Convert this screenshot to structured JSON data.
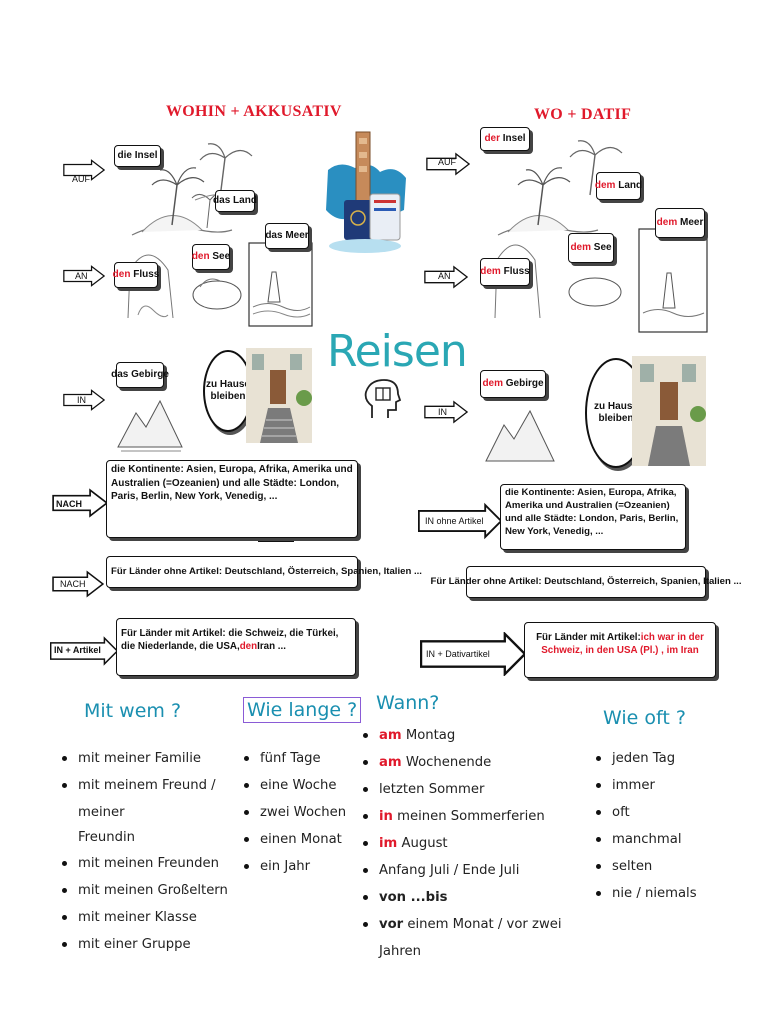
{
  "left_title": "WOHIN + AKKUSATIV",
  "right_title": "WO + DATIF",
  "center_title": "Reisen",
  "left": {
    "auf": "AUF",
    "an": "AN",
    "in": "IN",
    "nach1": "NACH",
    "nach2": "NACH",
    "in_artikel": "IN + Artikel",
    "die_insel": "die Insel",
    "das_land": "das Land",
    "das_meer": "das Meer",
    "den_see_art": "den",
    "den_see_noun": "See",
    "den_fluss_art": "den",
    "den_fluss_noun": "Fluss",
    "das_gebirge": "das Gebirge",
    "zu_hause": "zu Hause bleiben",
    "kontinente": "die Kontinente: Asien, Europa, Afrika, Amerika und Australien (=Ozeanien) und alle Städte: London, Paris, Berlin, New York, Venedig, ...",
    "ohne_artikel": "Für Länder ohne Artikel: Deutschland, Österreich, Spanien, Italien ...",
    "mit_artikel_a": "Für Länder mit Artikel: die Schweiz, die Türkei, die Niederlande, die USA,",
    "mit_artikel_den": "den",
    "mit_artikel_b": "Iran ..."
  },
  "right": {
    "auf": "AUF",
    "an": "AN",
    "in": "IN",
    "in_ohne": "IN ohne Artikel",
    "in_dativ": "IN + Dativartikel",
    "der_insel_art": "der",
    "der_insel_noun": "Insel",
    "dem_land_art": "dem",
    "dem_land_noun": "Land",
    "dem_meer_art": "dem",
    "dem_meer_noun": "Meer",
    "dem_see_art": "dem",
    "dem_see_noun": "See",
    "dem_fluss_art": "dem",
    "dem_fluss_noun": "Fluss",
    "dem_gebirge_art": "dem",
    "dem_gebirge_noun": "Gebirge",
    "zu_hause": "zu Hause bleiben",
    "kontinente": "die Kontinente: Asien, Europa, Afrika, Amerika und Australien (=Ozeanien) und alle Städte: London, Paris, Berlin, New York, Venedig, ...",
    "ohne_artikel": "Für Länder ohne Artikel: Deutschland, Österreich, Spanien, Italien ...",
    "mit_artikel_a": "Für Länder mit Artikel:",
    "mit_artikel_red": "ich war in der Schweiz, in den USA (Pl.) , im Iran"
  },
  "mit_wem": {
    "title": "Mit wem ?",
    "items": [
      "mit meiner Familie",
      "mit meinem Freund / meiner",
      "Freundin",
      "mit meinen Freunden",
      "mit meinen Großeltern",
      "mit meiner Klasse",
      "mit einer Gruppe"
    ]
  },
  "wie_lange": {
    "title": "Wie lange ?",
    "items": [
      "fünf Tage",
      "eine Woche",
      "zwei Wochen",
      "einen Monat",
      "ein Jahr"
    ]
  },
  "wann": {
    "title": "Wann?",
    "items": [
      {
        "a": "am",
        "b": " Montag"
      },
      {
        "a": "am",
        "b": " Wochenende"
      },
      {
        "a": "",
        "b": "letzten Sommer"
      },
      {
        "a": "in",
        "b": " meinen Sommerferien"
      },
      {
        "a": "im",
        "b": " August"
      },
      {
        "a": "",
        "b": "Anfang Juli / Ende Juli"
      },
      {
        "bold": "von ...bis",
        "b": ""
      },
      {
        "bold": "vor",
        "b": " einem Monat / vor zwei Jahren"
      }
    ]
  },
  "wie_oft": {
    "title": "Wie oft ?",
    "items": [
      "jeden Tag",
      "immer",
      "oft",
      "manchmal",
      "selten",
      "nie / niemals"
    ]
  },
  "colors": {
    "red": "#e0192b",
    "teal": "#2aa7b4",
    "blue": "#1a8fb0",
    "purple": "#8a5bd6"
  },
  "icons": [
    "arrow-right-icon",
    "travel-collage-icon",
    "island-sketch-icon",
    "house-photo-icon",
    "mountains-sketch-icon",
    "lighthouse-sketch-icon",
    "head-books-icon"
  ]
}
